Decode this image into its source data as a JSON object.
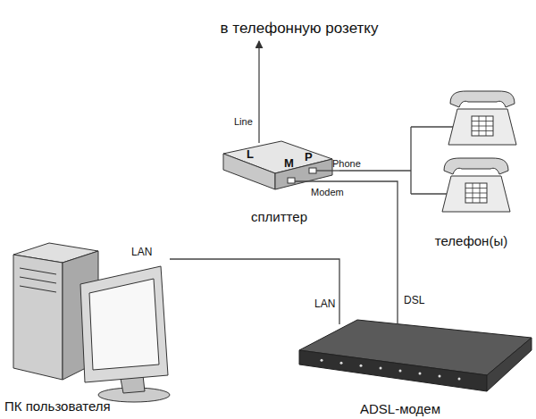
{
  "diagram": {
    "nodes": [
      {
        "text": [
          "в телефонную розетку"
        ]
      },
      {
        "text": [
          "сплиттер"
        ]
      },
      {
        "text": [
          "телефон(ы)"
        ]
      },
      {
        "text": [
          "ПК пользователя"
        ]
      },
      {
        "text": [
          "ADSL-модем"
        ]
      }
    ],
    "edges": [
      {
        "from": 1,
        "to": 0,
        "arrow": "to"
      },
      {
        "from": 1,
        "to": 2,
        "arrow": "none"
      },
      {
        "from": 3,
        "to": 4,
        "arrow": "none"
      },
      {
        "from": 1,
        "to": 4,
        "arrow": "none"
      }
    ],
    "labels": [
      "Line",
      "L",
      "M",
      "P",
      "Phone",
      "Modem",
      "LAN",
      "LAN",
      "DSL"
    ]
  }
}
